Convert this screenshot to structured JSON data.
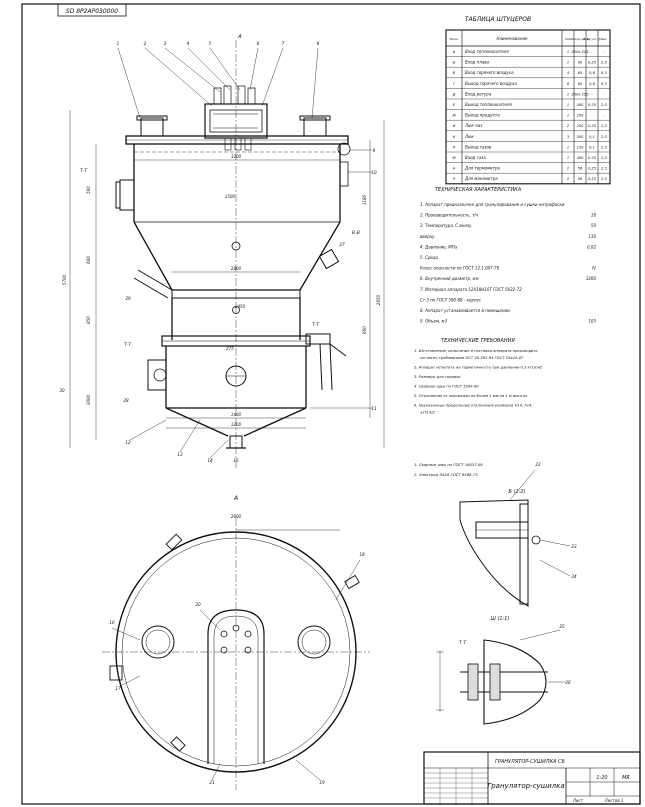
{
  "title_block": {
    "stamp_top": "SD 8P2AP030000",
    "drawing_name": "Гранулятор-сушилка",
    "doc_code": "ГРАНУЛЯТОР-СУШИЛКА СБ",
    "scale": "1:20",
    "mass": "MR",
    "sheet_label": "Лист",
    "sheets_label": "Листов 1"
  },
  "nozzle_table": {
    "title": "ТАБЛИЦА ШТУЦЕРОВ",
    "headers": [
      "Обозн.",
      "Наименование",
      "Кол.",
      "Проход усл. Dу",
      "Давл. усл. Pу",
      "Выл."
    ],
    "rows": [
      [
        "А",
        "Вход теплоносителя",
        "1",
        "250x 225",
        "-",
        "-"
      ],
      [
        "Б",
        "Вход плава",
        "1",
        "80",
        "0,25",
        "2,5"
      ],
      [
        "В",
        "Вход горячего воздуха",
        "4",
        "65",
        "0,6",
        "6,3"
      ],
      [
        "Г",
        "Выход горячего воздуха",
        "6",
        "65",
        "0,6",
        "6,3"
      ],
      [
        "Д",
        "Вход ретура",
        "1",
        "250x 250",
        "-",
        "-"
      ],
      [
        "Е",
        "Выход теплоносителя",
        "1",
        "400",
        "0,25",
        "2,5"
      ],
      [
        "Ж",
        "Выход продукта",
        "1",
        "250",
        "-",
        "-"
      ],
      [
        "И",
        "Люк-лаз",
        "2",
        "250",
        "0,25",
        "2,5"
      ],
      [
        "К",
        "Люк",
        "3",
        "500",
        "0,1",
        "2,5"
      ],
      [
        "Л",
        "Выход газов",
        "1",
        "150",
        "0,1",
        "2,5"
      ],
      [
        "М",
        "Вход газа",
        "1",
        "400",
        "0,25",
        "2,5"
      ],
      [
        "Н",
        "Для термометра",
        "2",
        "56",
        "0,25",
        "2,5"
      ],
      [
        "П",
        "Для манометра",
        "2",
        "56",
        "0,25",
        "2,5"
      ]
    ]
  },
  "technical_characteristics": {
    "title": "ТЕХНИЧЕСКАЯ ХАРАКТЕРИСТИКА",
    "items": [
      {
        "text": "1. Аппарат предназначен для гранулирования и сушки нитрофоски",
        "value": ""
      },
      {
        "text": "2. Производительность, т/ч",
        "value": "18"
      },
      {
        "text": "3. Температура, С внизу",
        "value": "50"
      },
      {
        "text": "вверху",
        "value": "130"
      },
      {
        "text": "4. Давление, МПа",
        "value": "0,02"
      },
      {
        "text": "5. Среда",
        "value": ""
      },
      {
        "text": "Класс опасности по ГОСТ 12.1.007-76",
        "value": "IV"
      },
      {
        "text": "6. Внутренний диаметр, мм",
        "value": "3200"
      },
      {
        "text": "7. Материал аппарата 12Х18Н10Т ГОСТ 5632-72",
        "value": ""
      },
      {
        "text": "Ст 3 по ГОСТ 380-88 - корпус",
        "value": ""
      },
      {
        "text": "8. Аппарат устанавливается в помещении",
        "value": ""
      },
      {
        "text": "9. Объем, м3",
        "value": "105"
      }
    ]
  },
  "technical_requirements": {
    "title": "ТЕХНИЧЕСКИЕ ТРЕБОВАНИЯ",
    "items": [
      "1. Изготовление, испытание и поставка аппарата производить согласно требованиям ОСТ 26-291-94 ГОСТ 24444-87",
      "2. Аппарат испытать на герметичность при давлении 0,3 кгс/см2",
      "3. Размеры для справок",
      "4. Сварные швы по ГОСТ 5264-80",
      "5. Отклонение от вертикали не более 1 мм на 1 м высоты",
      "6. Неуказанные предельные отклонения размеров H14, h14, ±IT14/2"
    ],
    "notes": [
      "1. Сварные швы по ГОСТ 16037-80",
      "2. Электрод Э42А ГОСТ 9466-75"
    ]
  },
  "views": {
    "top_view_label": "А",
    "detail_1_label": "Б (1:2)",
    "detail_2_label": "Ш (1:1)",
    "section_labels": [
      "Т-Т",
      "В-В"
    ]
  },
  "dimensions": [
    "3200",
    "2800",
    "1400",
    "1200",
    "500",
    "600",
    "850",
    "3000",
    "5700",
    "1180",
    "600",
    "2650",
    "1500",
    "275",
    "2600",
    "2450"
  ],
  "callouts": [
    "1",
    "2",
    "3",
    "4",
    "5",
    "6",
    "7",
    "8",
    "9",
    "10",
    "11",
    "12",
    "13",
    "14",
    "15",
    "16",
    "17",
    "18",
    "19",
    "20",
    "21",
    "22",
    "23",
    "24",
    "25",
    "26",
    "27",
    "28",
    "29",
    "30"
  ]
}
